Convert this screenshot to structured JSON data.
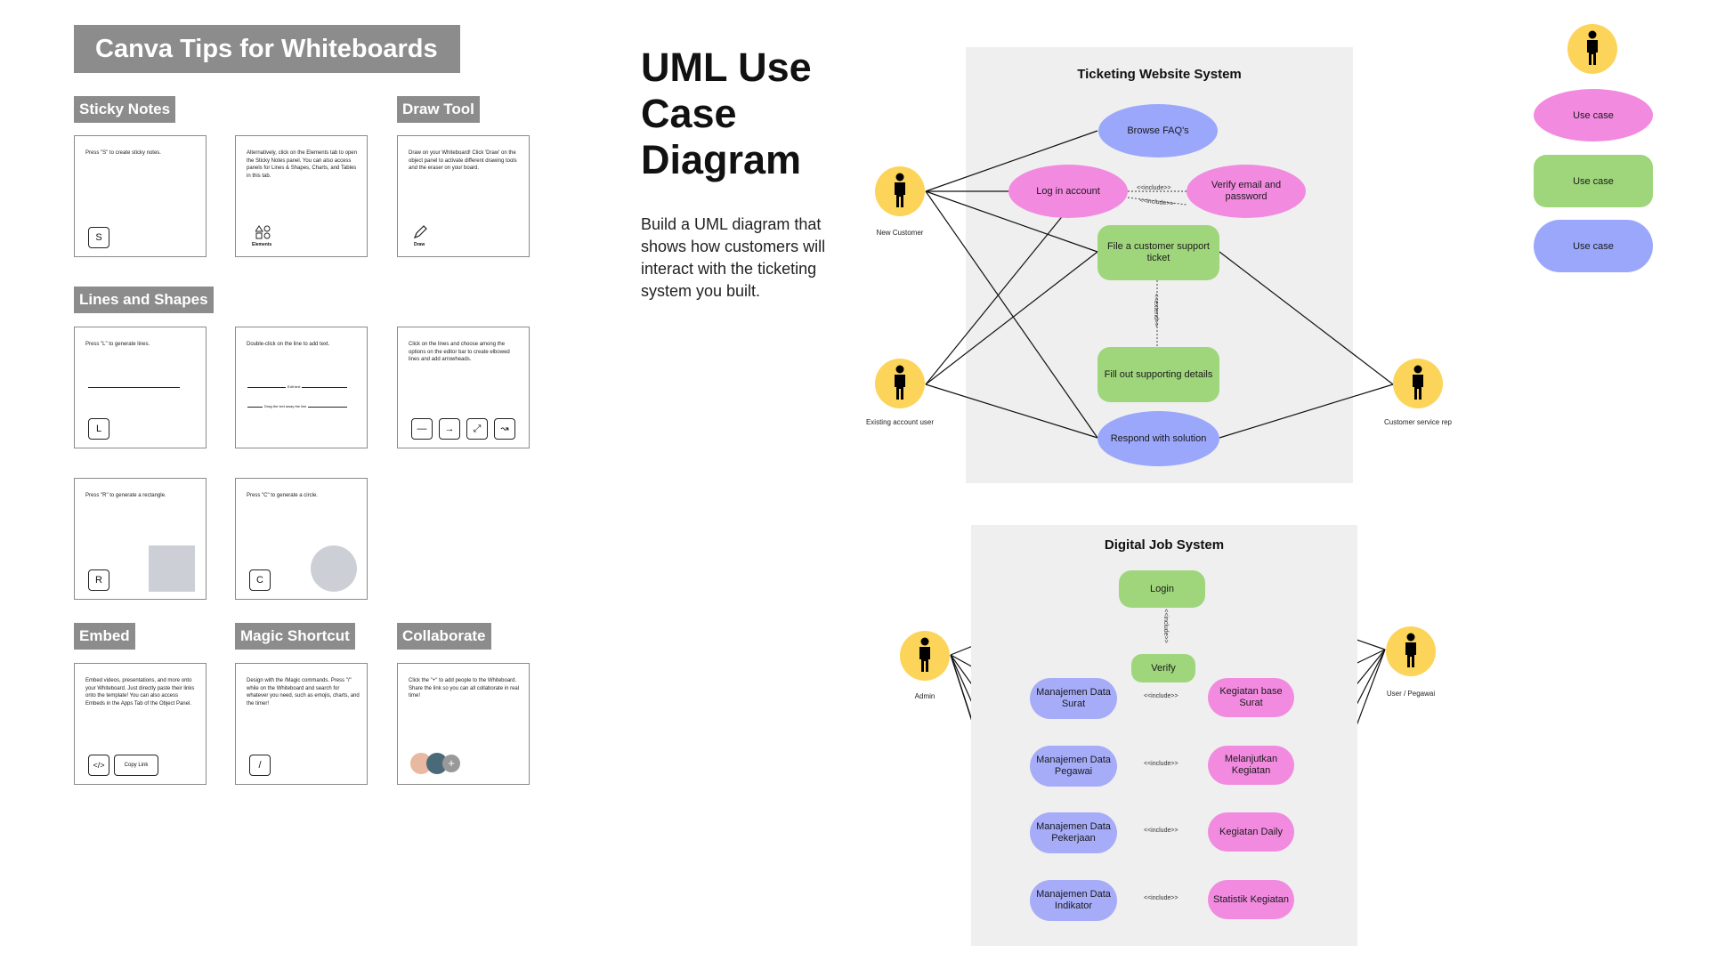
{
  "tips": {
    "title": "Canva Tips for Whiteboards",
    "sections": {
      "sticky": "Sticky Notes",
      "draw": "Draw Tool",
      "lines": "Lines and Shapes",
      "embed": "Embed",
      "magic": "Magic Shortcut",
      "collab": "Collaborate"
    },
    "cards": {
      "sticky1": {
        "text": "Press \"S\" to create sticky notes.",
        "key": "S"
      },
      "sticky2": {
        "text": "Alternatively, click on the Elements tab to open the Sticky Notes panel. You can also access panels for Lines & Shapes, Charts, and Tables in this tab.",
        "icon_label": "Elements"
      },
      "draw1": {
        "text": "Draw on your Whiteboard! Click 'Draw' on the object panel to activate different drawing tools and the eraser on your board.",
        "icon_label": "Draw"
      },
      "lines1": {
        "text": "Press \"L\" to generate lines.",
        "key": "L"
      },
      "lines2": {
        "text": "Double-click on the line to add text.",
        "line_text_1": "Edit text",
        "line_text_2": "Drag the text away the line"
      },
      "lines3": {
        "text": "Click on the lines and choose among the options on the editor bar to create elbowed lines and add arrowheads."
      },
      "rect": {
        "text": "Press \"R\" to generate a rectangle.",
        "key": "R"
      },
      "circle": {
        "text": "Press \"C\" to generate a circle.",
        "key": "C"
      },
      "embed1": {
        "text": "Embed videos, presentations, and more onto your Whiteboard. Just directly paste their links onto the template! You can also access Embeds in the Apps Tab of the Object Panel.",
        "key": "</>",
        "button": "Copy Link"
      },
      "magic1": {
        "text": "Design with the /Magic commands. Press \"/\" while on the Whiteboard and search for whatever you need, such as emojis, charts, and the timer!",
        "key": "/"
      },
      "collab1": {
        "text": "Click the \"+\" to add people to the Whiteboard. Share the link so you can all collaborate in real time!"
      }
    }
  },
  "heading": {
    "title": "UML Use Case Diagram",
    "description": "Build a UML diagram that shows how customers will interact with the ticketing system you built."
  },
  "diagram1": {
    "system_title": "Ticketing Website System",
    "actors": {
      "new_customer": "New Customer",
      "existing_user": "Existing account user",
      "service_rep": "Customer service rep"
    },
    "use_cases": {
      "browse": "Browse FAQ's",
      "login": "Log in account",
      "verify": "Verify email and password",
      "ticket": "File a customer support ticket",
      "fill": "Fill out supporting details",
      "respond": "Respond with solution"
    },
    "include_label": "<<include>>",
    "include_label_2": "<<include>>",
    "extend_label": "<<extend>>"
  },
  "diagram2": {
    "system_title": "Digital Job System",
    "actors": {
      "admin": "Admin",
      "user": "User / Pegawai"
    },
    "use_cases": {
      "login": "Login",
      "verify": "Verify",
      "surat": "Manajemen Data Surat",
      "pegawai": "Manajemen Data Pegawai",
      "pekerjaan": "Manajemen Data Pekerjaan",
      "indikator": "Manajemen Data Indikator",
      "kegiatan_surat": "Kegiatan base Surat",
      "melanjutkan": "Melanjutkan Kegiatan",
      "daily": "Kegiatan Daily",
      "statistik": "Statistik Kegiatan"
    },
    "include_label": "<<include>>"
  },
  "legend": {
    "pink": "Use case",
    "green": "Use case",
    "blue": "Use case"
  },
  "colors": {
    "pink": "#f28ae0",
    "green": "#9fd67b",
    "blue": "#9aa7fb",
    "actor": "#fcd45a",
    "panel": "#efefef"
  }
}
